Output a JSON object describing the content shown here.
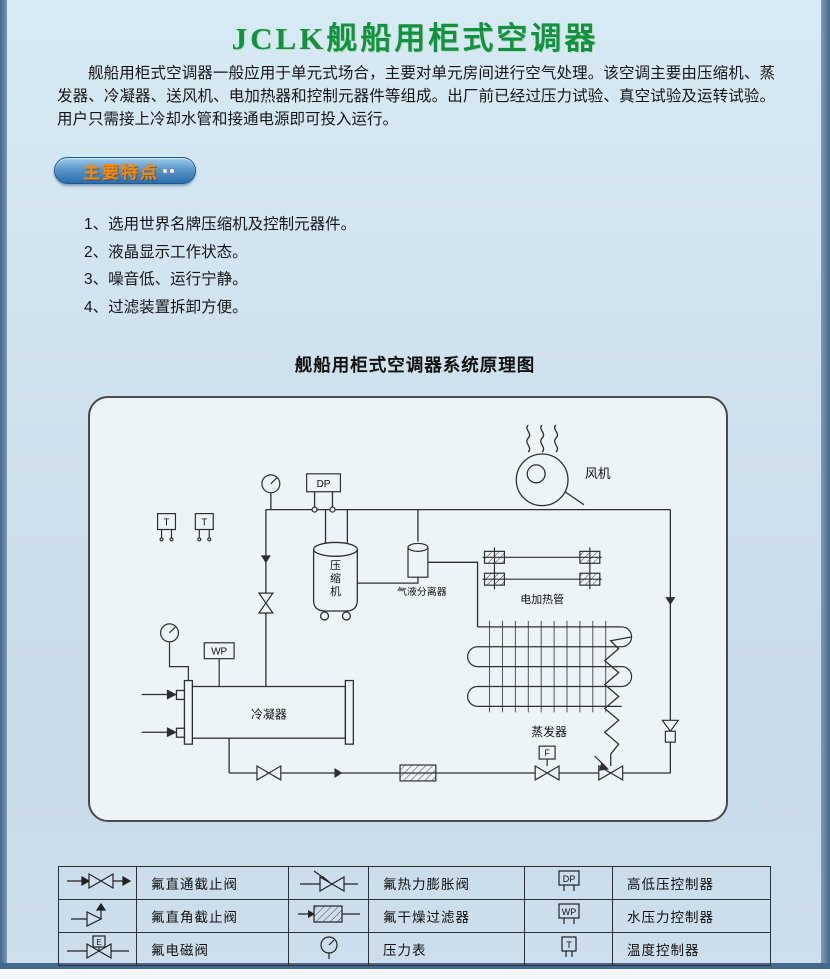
{
  "page": {
    "title": "JCLK舰船用柜式空调器",
    "intro": "舰船用柜式空调器一般应用于单元式场合，主要对单元房间进行空气处理。该空调主要由压缩机、蒸发器、冷凝器、送风机、电加热器和控制元器件等组成。出厂前已经过压力试验、真空试验及运转试验。用户只需接上冷却水管和接通电源即可投入运行。",
    "features_badge": "主要特点",
    "features": [
      "1、选用世界名牌压缩机及控制元器件。",
      "2、液晶显示工作状态。",
      "3、噪音低、运行宁静。",
      "4、过滤装置拆卸方便。"
    ],
    "diagram_title": "舰船用柜式空调器系统原理图"
  },
  "diagram": {
    "labels": {
      "fan": "风机",
      "separator": "气液分离器",
      "heater": "电加热管",
      "condenser": "冷凝器",
      "evaporator": "蒸发器",
      "dp": "DP",
      "wp": "WP",
      "t": "T",
      "f": "F"
    },
    "compressor_chars": [
      "压",
      "缩",
      "机"
    ]
  },
  "legend": {
    "icons": {
      "dp": "DP",
      "wp": "WP",
      "t": "T",
      "e": "E"
    },
    "rows": [
      {
        "c1": "氟直通截止阀",
        "c2": "氟热力膨胀阀",
        "c3": "高低压控制器"
      },
      {
        "c1": "氟直角截止阀",
        "c2": "氟干燥过滤器",
        "c3": "水压力控制器"
      },
      {
        "c1": "氟电磁阀",
        "c2": "压力表",
        "c3": "温度控制器"
      }
    ]
  }
}
